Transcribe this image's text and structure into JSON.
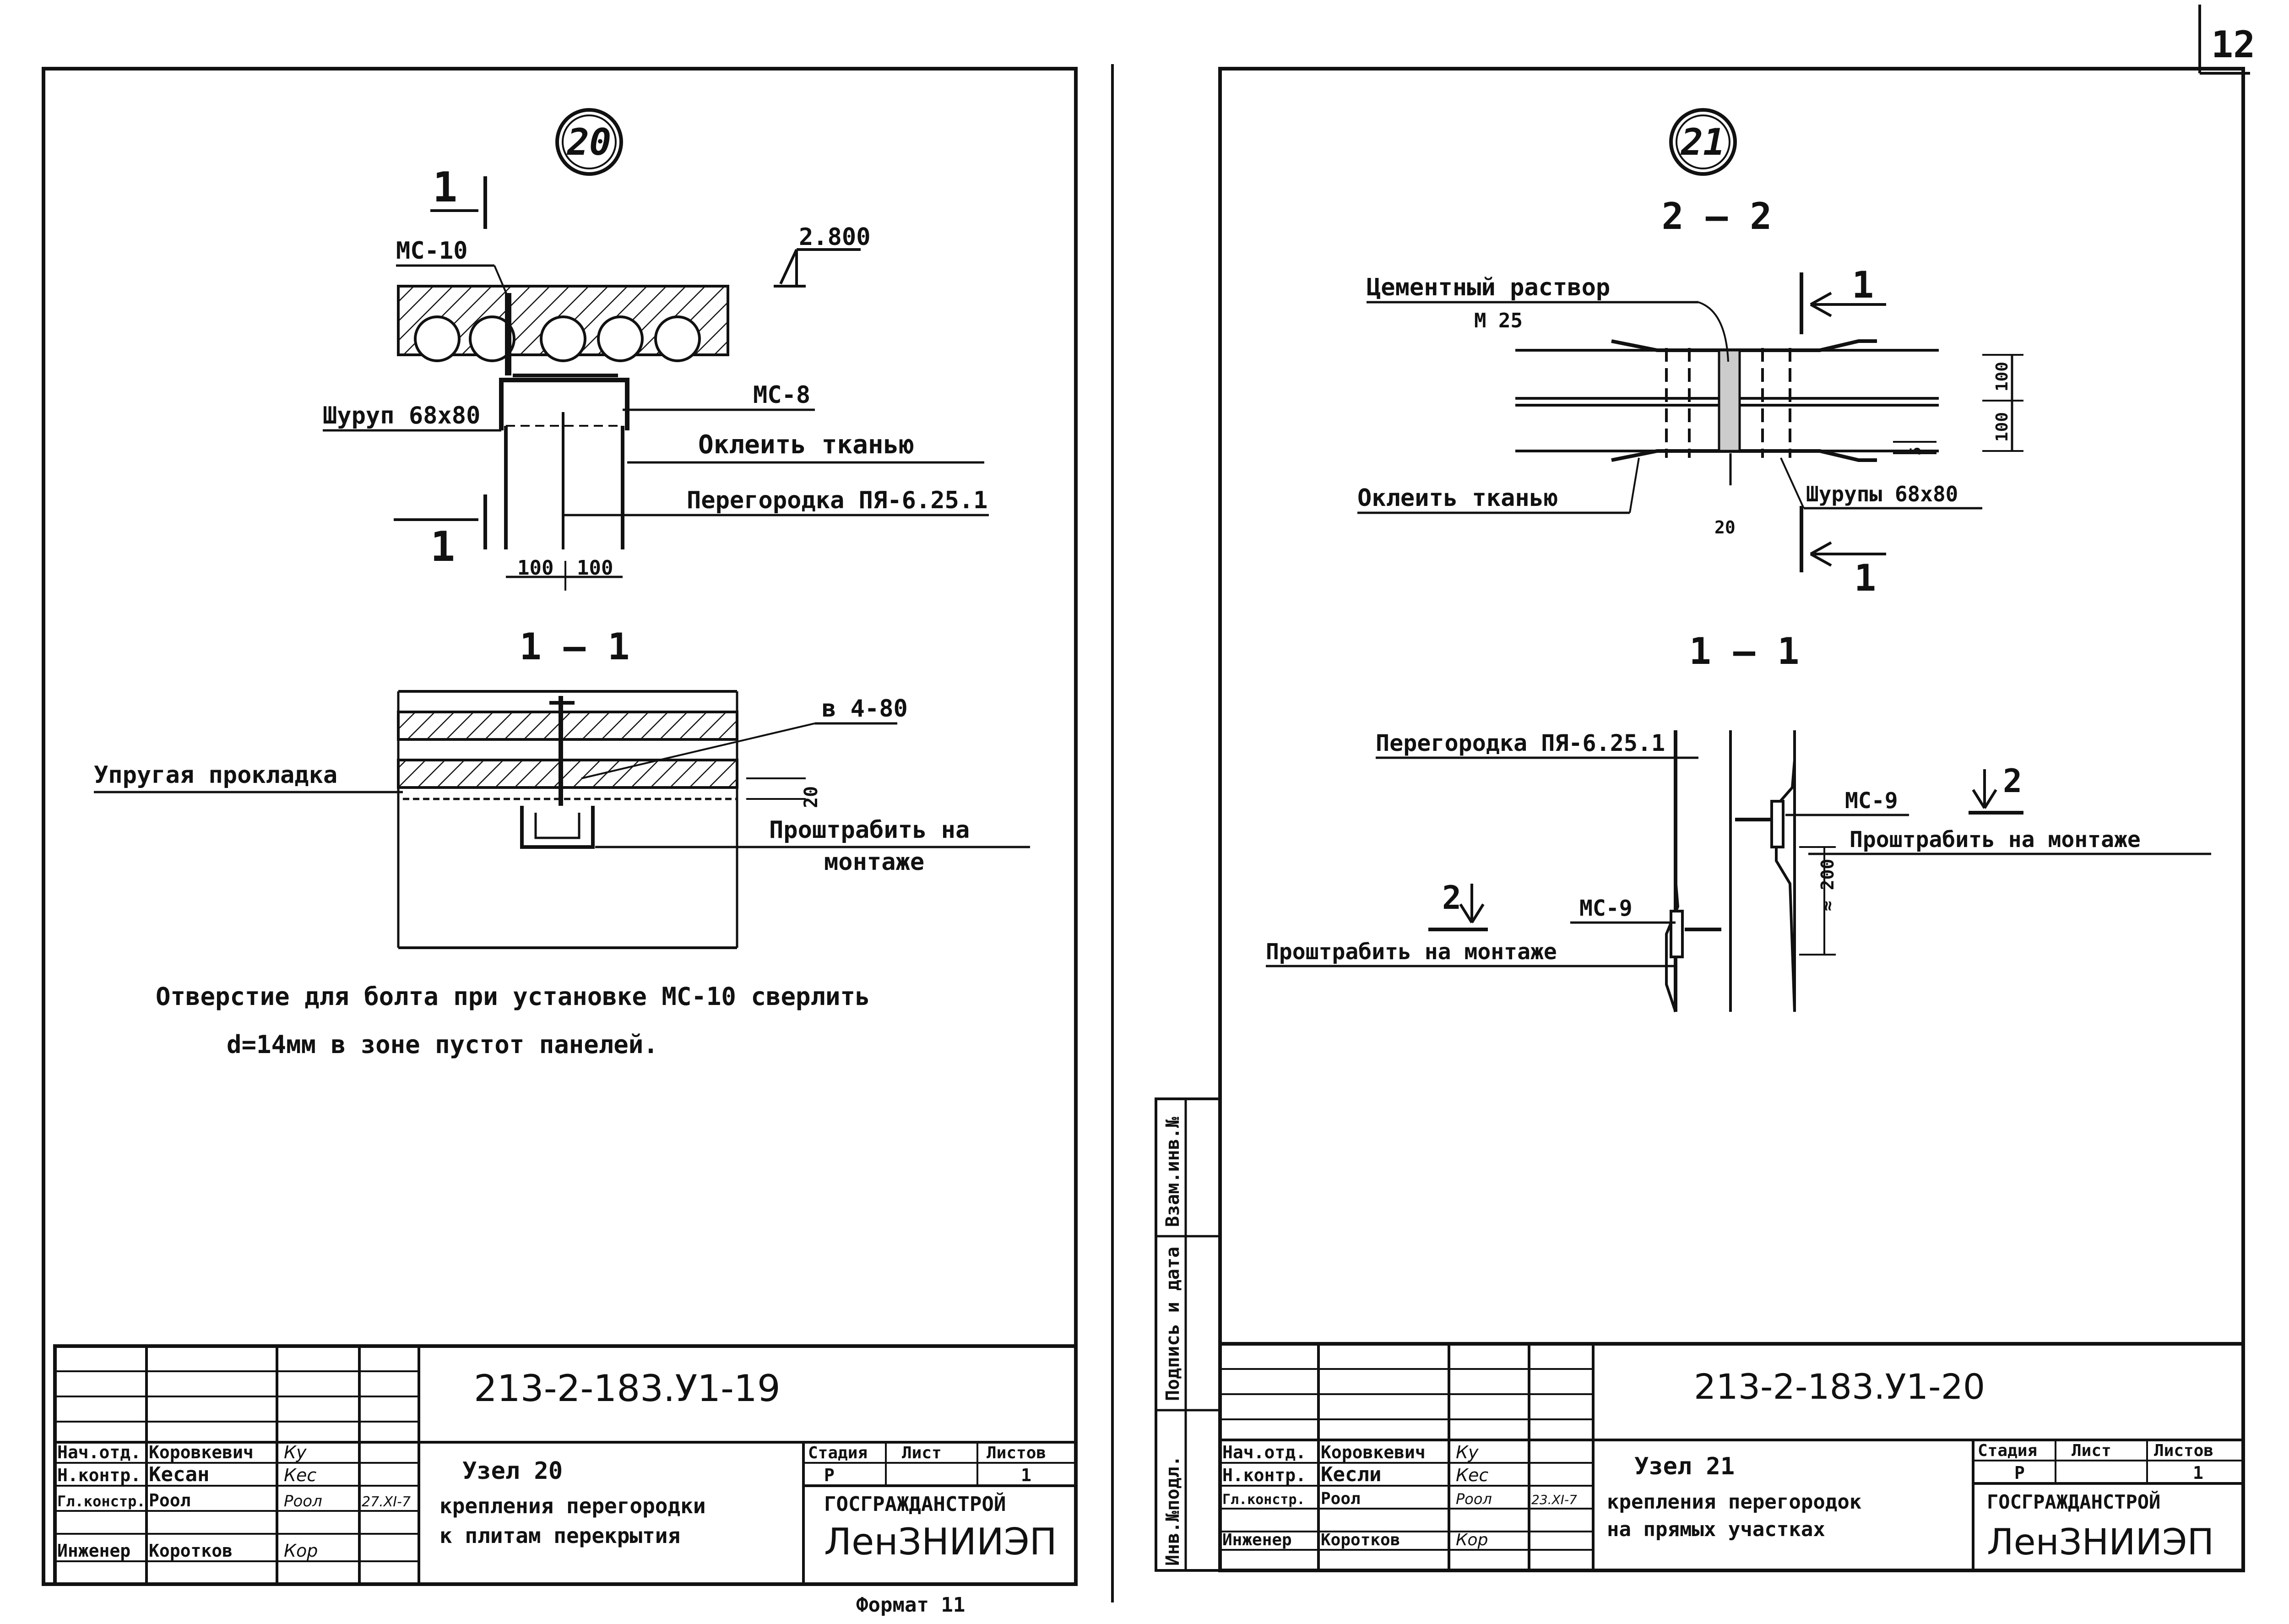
{
  "page_number": "12",
  "left_sheet": {
    "node_number": "20",
    "section_top": {
      "cut_mark": "1",
      "elevation": "2.800",
      "labels": {
        "mg10": "МС-10",
        "screw": "Шуруп 68х80",
        "mg8": "МС-8",
        "glue": "Оклеить тканью",
        "partition": "Перегородка ПЯ-6.25.1"
      },
      "dims": [
        "100",
        "100"
      ]
    },
    "section_title": "1 — 1",
    "section_11": {
      "plate": "в 4-80",
      "gasket": "Упругая прокладка",
      "dim": "20",
      "plaster": "Проштрабить на монтаже"
    },
    "note_line1": "Отверстие для болта при установке МС-10 сверлить",
    "note_line2": "d=14мм в зоне пустот панелей.",
    "stamp": {
      "code": "213-2-183.У1-19",
      "rows": [
        {
          "role": "Нач.отд.",
          "name": "Коровкевич",
          "sign": "Ку"
        },
        {
          "role": "Н.контр.",
          "name": "Кесан",
          "sign": "Кес"
        },
        {
          "role": "Гл.констр.",
          "name": "Роол",
          "sign": "Роол",
          "date": "27.XI-7"
        },
        {
          "role": "",
          "name": "",
          "sign": ""
        },
        {
          "role": "Инженер",
          "name": "Коротков",
          "sign": "Кор"
        }
      ],
      "title_line1": "Узел 20",
      "title_line2": "крепления перегородки",
      "title_line3": "к плитам перекрытия",
      "headers": [
        "Стадия",
        "Лист",
        "Листов"
      ],
      "values": [
        "Р",
        "",
        "1"
      ],
      "org1": "ГОСГРАЖДАНСТРОЙ",
      "org2": "ЛенЗНИИЭП"
    },
    "format": "Формат 11"
  },
  "right_sheet": {
    "node_number": "21",
    "section_title_22": "2 — 2",
    "section_22": {
      "mortar": "Цементный раствор",
      "mortar_grade": "М 25",
      "cut_mark": "1",
      "glue": "Оклеить тканью",
      "screws": "Шурупы 68х80",
      "dims": [
        "100",
        "100",
        "5",
        "20"
      ]
    },
    "section_title_11": "1 — 1",
    "section_11": {
      "partition": "Перегородка ПЯ-6.25.1",
      "mg9_a": "МС-9",
      "mg9_b": "МС-9",
      "cut_mark": "2",
      "plaster_a": "Проштрабить на монтаже",
      "plaster_b": "Проштрабить на монтаже",
      "dim": "≈ 200"
    },
    "side_stamp": [
      "Инв.№подл.",
      "Подпись и дата",
      "Взам.инв.№"
    ],
    "stamp": {
      "code": "213-2-183.У1-20",
      "rows": [
        {
          "role": "Нач.отд.",
          "name": "Коровкевич",
          "sign": "Ку"
        },
        {
          "role": "Н.контр.",
          "name": "Кесли",
          "sign": "Кес"
        },
        {
          "role": "Гл.констр.",
          "name": "Роол",
          "sign": "Роол",
          "date": "23.XI-7"
        },
        {
          "role": "",
          "name": "",
          "sign": ""
        },
        {
          "role": "Инженер",
          "name": "Коротков",
          "sign": "Кор"
        }
      ],
      "title_line1": "Узел 21",
      "title_line2": "крепления перегородок",
      "title_line3": "на прямых участках",
      "headers": [
        "Стадия",
        "Лист",
        "Листов"
      ],
      "values": [
        "Р",
        "",
        "1"
      ],
      "org1": "ГОСГРАЖДАНСТРОЙ",
      "org2": "ЛенЗНИИЭП"
    }
  }
}
